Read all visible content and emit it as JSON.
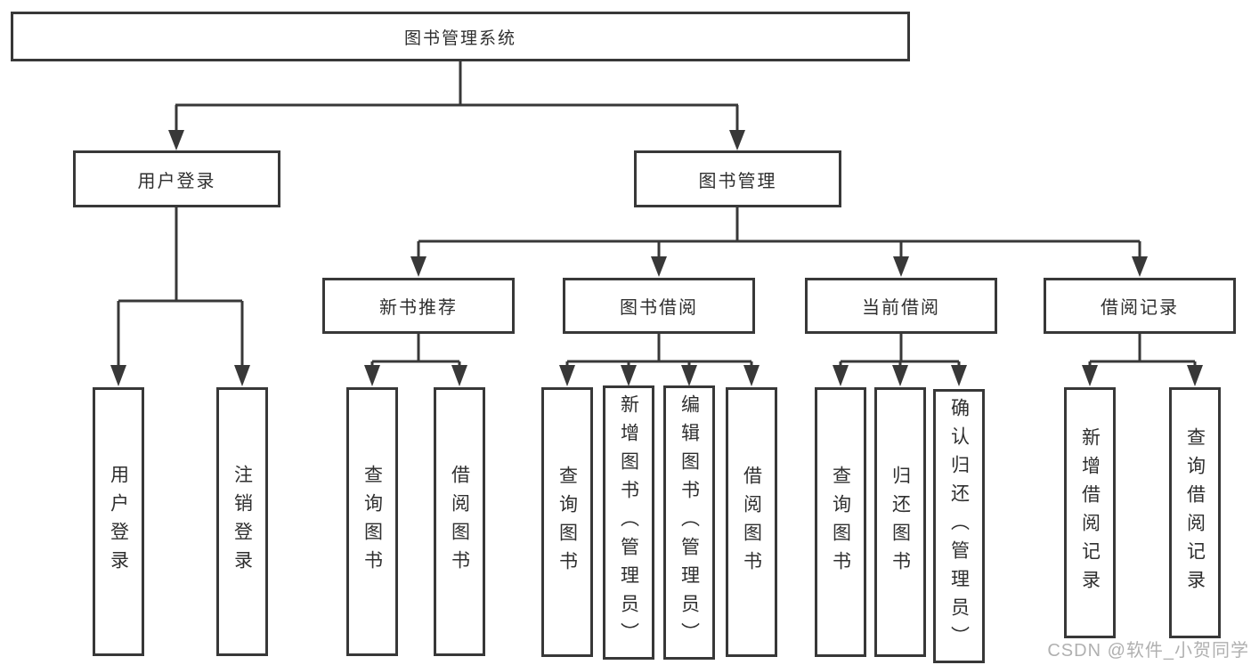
{
  "diagram_title": "图书管理系统",
  "colors": {
    "line": "#383838",
    "box_border": "#383838",
    "text": "#2f2f2f",
    "background": "#ffffff",
    "watermark": "#b0b0b0"
  },
  "tree": {
    "root": {
      "label": "图书管理系统"
    },
    "user_login": {
      "label": "用户登录",
      "children": [
        {
          "label": "用户登录"
        },
        {
          "label": "注销登录"
        }
      ]
    },
    "book_mgmt": {
      "label": "图书管理",
      "children": [
        {
          "label": "新书推荐",
          "children": [
            {
              "label": "查询图书"
            },
            {
              "label": "借阅图书"
            }
          ]
        },
        {
          "label": "图书借阅",
          "children": [
            {
              "label": "查询图书"
            },
            {
              "label": "新增图书（管理员）"
            },
            {
              "label": "编辑图书（管理员）"
            },
            {
              "label": "借阅图书"
            }
          ]
        },
        {
          "label": "当前借阅",
          "children": [
            {
              "label": "查询图书"
            },
            {
              "label": "归还图书"
            },
            {
              "label": "确认归还（管理员）"
            }
          ]
        },
        {
          "label": "借阅记录",
          "children": [
            {
              "label": "新增借阅记录"
            },
            {
              "label": "查询借阅记录"
            }
          ]
        }
      ]
    }
  },
  "watermark": {
    "text": "CSDN @软件_小贺同学"
  }
}
